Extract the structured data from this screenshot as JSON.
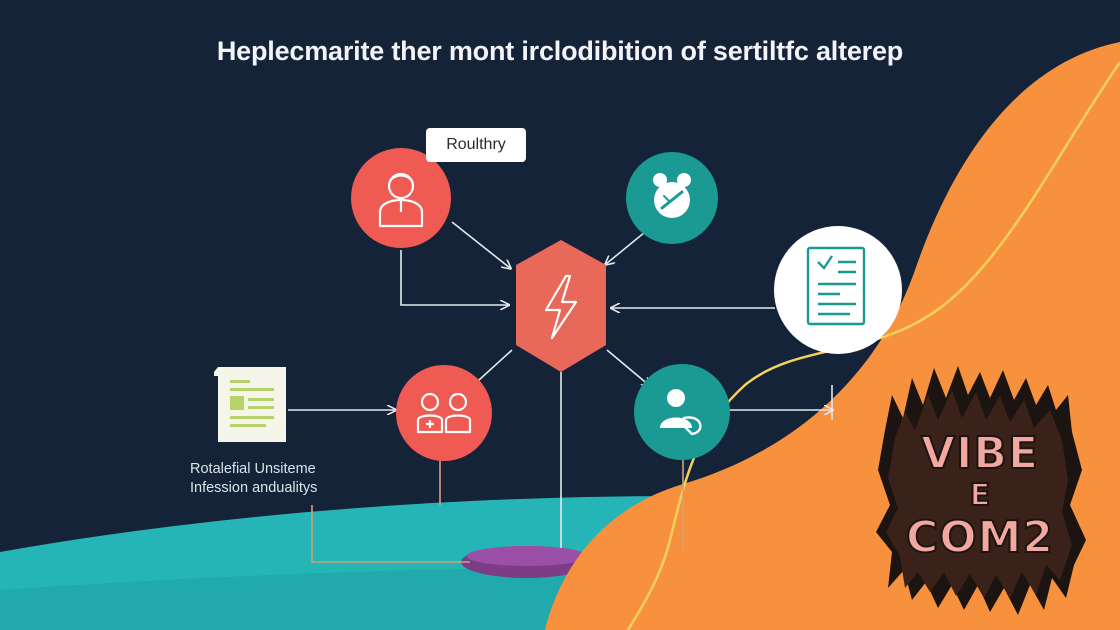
{
  "title": "Heplecmarite ther mont irclodibition of sertiltfc alterep",
  "center_tag": "Roulthry",
  "side_caption": {
    "line1": "Rotalefial Unsiteme",
    "line2": "Infession andualitys"
  },
  "badge": {
    "line1": "VIBE",
    "line2": "E",
    "line3": "COM2"
  },
  "colors": {
    "background": "#142338",
    "coral": "#ef5a52",
    "teal": "#1a9a93",
    "hub": "#e8685a",
    "orange_panel": "#f7913e",
    "accent_line": "#f3d25a",
    "ground_teal": "#25b5b6",
    "platform_purple": "#7b3e86"
  },
  "icons": {
    "top_left": "support-agent-icon",
    "top_center": "medical-tools-icon",
    "right": "document-checklist-icon",
    "hub": "lightning-icon",
    "bottom_left": "care-team-icon",
    "bottom_right": "patient-care-icon",
    "side_doc": "document-icon"
  }
}
